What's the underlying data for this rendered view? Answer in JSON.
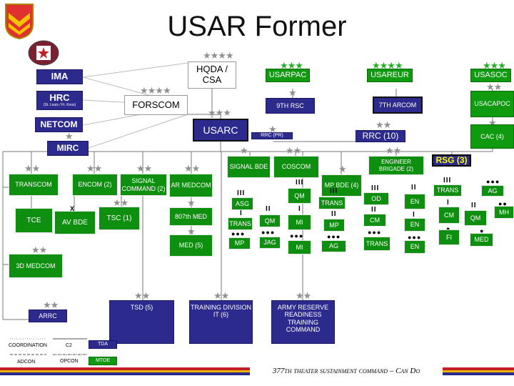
{
  "title": "USAR Former",
  "footer": "377th theater sustainment command – Can Do",
  "legend": {
    "coordination": "COORDINATION",
    "c2": "C2",
    "tda": "TDA",
    "adcon": "ADCON",
    "opcon": "OPCON",
    "mtoe": "MTOE"
  },
  "units": {
    "hqda": "HQDA / CSA",
    "forscom": "FORSCOM",
    "usarc": "USARC",
    "usarpac": "USARPAC",
    "rsc9": "9TH RSC",
    "usareur": "USAREUR",
    "arcom7": "7TH ARCOM",
    "usasoc": "USASOC",
    "usacapoc": "USACAPOC",
    "cac": "CAC (4)",
    "ima": "IMA",
    "hrc": "HRC",
    "hrc_sub": "(St. Louis / Ft. Knox)",
    "netcom": "NETCOM",
    "mirc": "MIRC",
    "rrc_pr": "RRC (PR)",
    "rrc10": "RRC (10)",
    "rsg3": "RSG (3)",
    "transcom": "TRANSCOM",
    "encom": "ENCOM (2)",
    "sigcom": "SIGNAL COMMAND (2)",
    "armedcom": "AR MEDCOM",
    "tce": "TCE",
    "avbde": "AV BDE",
    "tsc": "TSC (1)",
    "med807": "807th MED",
    "med5": "MED (5)",
    "med3": "3D MEDCOM",
    "arrc": "ARRC",
    "sigbde": "SIGNAL BDE",
    "coscom": "COSCOM",
    "mpbde": "MP BDE (4)",
    "engbde": "ENGINEER BRIGADE (2)",
    "asg": "ASG",
    "trans1": "TRANS",
    "mp1": "MP",
    "qm1": "QM",
    "jag": "JAG",
    "qm2": "QM",
    "mi1": "MI",
    "mi2": "MI",
    "trans2": "TRANS",
    "mp2": "MP",
    "ag1": "AG",
    "od": "OD",
    "cm1": "CM",
    "trans3": "TRANS",
    "en1": "EN",
    "en2": "EN",
    "en3": "EN",
    "trans4": "TRANS",
    "cm2": "CM",
    "fi": "FI",
    "ag2": "AG",
    "mh": "MH",
    "qm3": "QM",
    "med1": "MED",
    "tsd": "TSD (5)",
    "trdiv": "TRAINING DIVISION  IT (6)",
    "arrtc": "ARMY RESERVE READINESS TRAINING COMMAND",
    "x": "X"
  },
  "echelons": {
    "iii": "III",
    "ii": "II",
    "i": "I",
    "dots3": "●●●",
    "dots2": "●●",
    "dot1": "●"
  },
  "colors": {
    "green": "#109a10",
    "blue": "#2c2a8c",
    "yellow": "#ffff00",
    "footer_red": "#c41e2a",
    "footer_gold": "#e8b400"
  }
}
